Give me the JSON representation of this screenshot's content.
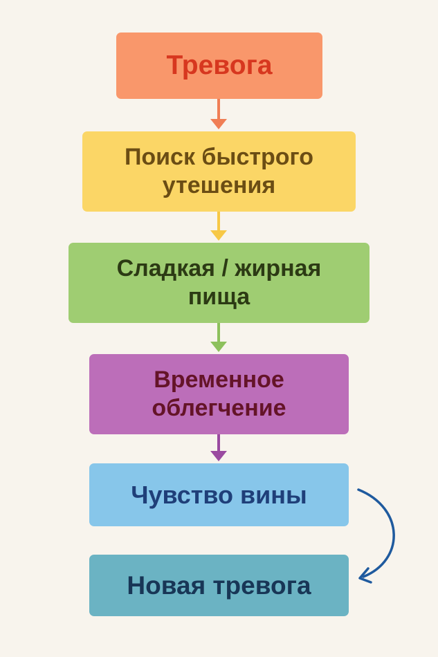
{
  "diagram": {
    "steps": [
      {
        "label": "Тревога",
        "fill": "#f9976b",
        "text_color": "#d7371f"
      },
      {
        "label": "Поиск быстрого\nутешения",
        "fill": "#fbd666",
        "text_color": "#6b4d14"
      },
      {
        "label": "Сладкая / жирная\nпища",
        "fill": "#9fcd72",
        "text_color": "#2c3a14"
      },
      {
        "label": "Временное\nоблегчение",
        "fill": "#bc6eb9",
        "text_color": "#641428"
      },
      {
        "label": "Чувство вины",
        "fill": "#87c6ea",
        "text_color": "#1f3f79"
      },
      {
        "label": "Новая тревога",
        "fill": "#6bb3c3",
        "text_color": "#183656"
      }
    ],
    "arrow_colors": [
      "#f07e55",
      "#f7c846",
      "#8dc05c",
      "#9a4aa0"
    ],
    "loop_arrow_color": "#1f5a9e",
    "background": "#f8f4ed"
  }
}
